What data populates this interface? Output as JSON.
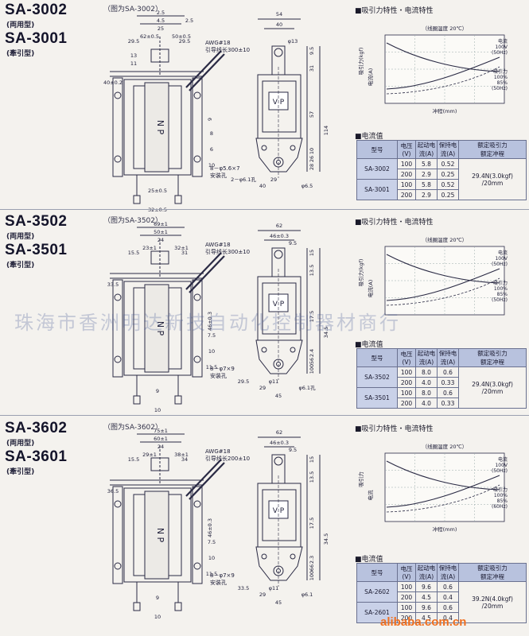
{
  "sections": [
    {
      "model_a": "SA-3002",
      "type_a": "(両用型)",
      "model_b": "SA-3001",
      "type_b": "(牽引型)",
      "figure_note": "（图为SA-3002）",
      "awg_line1": "AWG#18",
      "awg_line2": "引导线长300±10",
      "mount_line1": "8－φ5.6×7",
      "mount_line2": "安装孔",
      "vp_label": "V P",
      "np_label": "N P",
      "side_dims": [
        "2.5",
        "4.5",
        "25",
        "29.5",
        "29.5",
        "40±0.2",
        "9",
        "8",
        "6",
        "10",
        "25±0.5",
        "32±0.5",
        "62±0.5",
        "50±0.5",
        "2.5",
        "13",
        "11"
      ],
      "front_dims": [
        "54",
        "40",
        "φ13",
        "9.5",
        "31",
        "57",
        "114",
        "10",
        "26",
        "28",
        "29",
        "40",
        "2－φ6.1孔",
        "φ6.5"
      ],
      "chart_title": "■吸引力特性・电流特性",
      "chart_note": "（线圈温度 20℃）",
      "chart_ylabel_force": "吸引力(kgf)",
      "chart_ylabel_current": "电流(A)",
      "chart_xlabel": "冲程(mm)",
      "legend_a": [
        "电流",
        "100V",
        "(50Hz)"
      ],
      "legend_b": [
        "吸引力",
        "100%",
        "85%",
        "(50Hz)"
      ],
      "current_title": "■电流值",
      "table_head": [
        "型号",
        "电压(V)",
        "起动电流(A)",
        "保持电流(A)",
        "额定吸引力",
        "额定冲程"
      ],
      "table_rows": [
        {
          "model": "SA-3002",
          "v": "100",
          "start": "5.8",
          "hold": "0.52"
        },
        {
          "model": "",
          "v": "200",
          "start": "2.9",
          "hold": "0.25"
        },
        {
          "model": "SA-3001",
          "v": "100",
          "start": "5.8",
          "hold": "0.52"
        },
        {
          "model": "",
          "v": "200",
          "start": "2.9",
          "hold": "0.25"
        }
      ],
      "rated": [
        "29.4N(3.0kgf)",
        "/20mm"
      ]
    },
    {
      "model_a": "SA-3502",
      "type_a": "(両用型)",
      "model_b": "SA-3501",
      "type_b": "(牽引型)",
      "figure_note": "（图为SA-3502）",
      "awg_line1": "AWG#18",
      "awg_line2": "引导线长300±10",
      "mount_line1": "8－φ7×9",
      "mount_line2": "安装孔",
      "vp_label": "V P",
      "np_label": "N P",
      "side_dims": [
        "69±1",
        "50±1",
        "24",
        "15.5",
        "31",
        "33.5",
        "46±0.3",
        "7.5",
        "10",
        "11.5",
        "9",
        "10",
        "23±1",
        "32±1"
      ],
      "front_dims": [
        "62",
        "46±0.3",
        "9.5",
        "15",
        "13.5",
        "17.5",
        "34.5",
        "2.4",
        "56",
        "100",
        "φ11",
        "29",
        "29.5",
        "φ6.1孔",
        "45"
      ],
      "chart_title": "■吸引力特性・电流特性",
      "chart_note": "（线圈温度 20℃）",
      "chart_ylabel_force": "吸引力(kgf)",
      "chart_ylabel_current": "电流(A)",
      "chart_xlabel": "",
      "legend_a": [
        "电流",
        "100V",
        "(50Hz)"
      ],
      "legend_b": [
        "吸引力",
        "100%",
        "85%",
        "(50Hz)"
      ],
      "current_title": "■电流值",
      "table_head": [
        "型号",
        "电压(V)",
        "起动电流(A)",
        "保持电流(A)",
        "额定吸引力",
        "额定冲程"
      ],
      "table_rows": [
        {
          "model": "SA-3502",
          "v": "100",
          "start": "8.0",
          "hold": "0.6"
        },
        {
          "model": "",
          "v": "200",
          "start": "4.0",
          "hold": "0.33"
        },
        {
          "model": "SA-3501",
          "v": "100",
          "start": "8.0",
          "hold": "0.6"
        },
        {
          "model": "",
          "v": "200",
          "start": "4.0",
          "hold": "0.33"
        }
      ],
      "rated": [
        "29.4N(3.0kgf)",
        "/20mm"
      ]
    },
    {
      "model_a": "SA-3602",
      "type_a": "(両用型)",
      "model_b": "SA-3601",
      "type_b": "(牽引型)",
      "figure_note": "（图为SA-3602）",
      "awg_line1": "AWG#18",
      "awg_line2": "引导线长200±10",
      "mount_line1": "8－φ7×9",
      "mount_line2": "安装孔",
      "vp_label": "V P",
      "np_label": "N P",
      "side_dims": [
        "75±1",
        "60±1",
        "24",
        "15.5",
        "34",
        "36.5",
        "46±0.3",
        "7.5",
        "10",
        "11.5",
        "9",
        "10",
        "29±1",
        "38±1"
      ],
      "front_dims": [
        "62",
        "46±0.3",
        "9.5",
        "15",
        "13.5",
        "17.5",
        "34.5",
        "2.3",
        "66",
        "100",
        "φ11",
        "29",
        "33.5",
        "φ6.1",
        "45"
      ],
      "chart_title": "■吸引力特性・电流特性",
      "chart_note": "（线圈温度 20℃）",
      "chart_ylabel_force": "吸引力",
      "chart_ylabel_current": "电流",
      "chart_xlabel": "冲程(mm)",
      "legend_a": [
        "电流",
        "100V",
        "(50Hz)"
      ],
      "legend_b": [
        "吸引力",
        "100%",
        "85%",
        "(60Hz)"
      ],
      "current_title": "■电流值",
      "table_head": [
        "型号",
        "电压(V)",
        "起动电流(A)",
        "保持电流(A)",
        "额定吸引力",
        "额定冲程"
      ],
      "table_rows": [
        {
          "model": "SA-2602",
          "v": "100",
          "start": "9.6",
          "hold": "0.6"
        },
        {
          "model": "",
          "v": "200",
          "start": "4.5",
          "hold": "0.4"
        },
        {
          "model": "SA-2601",
          "v": "100",
          "start": "9.6",
          "hold": "0.6"
        },
        {
          "model": "",
          "v": "200",
          "start": "4.5",
          "hold": "0.4"
        }
      ],
      "rated": [
        "39.2N(4.0kgf)",
        "/20mm"
      ]
    }
  ],
  "watermark": "珠海市香洲明达新技自动化控制器材商行",
  "site_mark": "alibaba.com.cn",
  "colors": {
    "paper": "#f4f2ee",
    "line": "#2a2a44",
    "table_head": "#b8c2de",
    "accent": "#f07020"
  }
}
